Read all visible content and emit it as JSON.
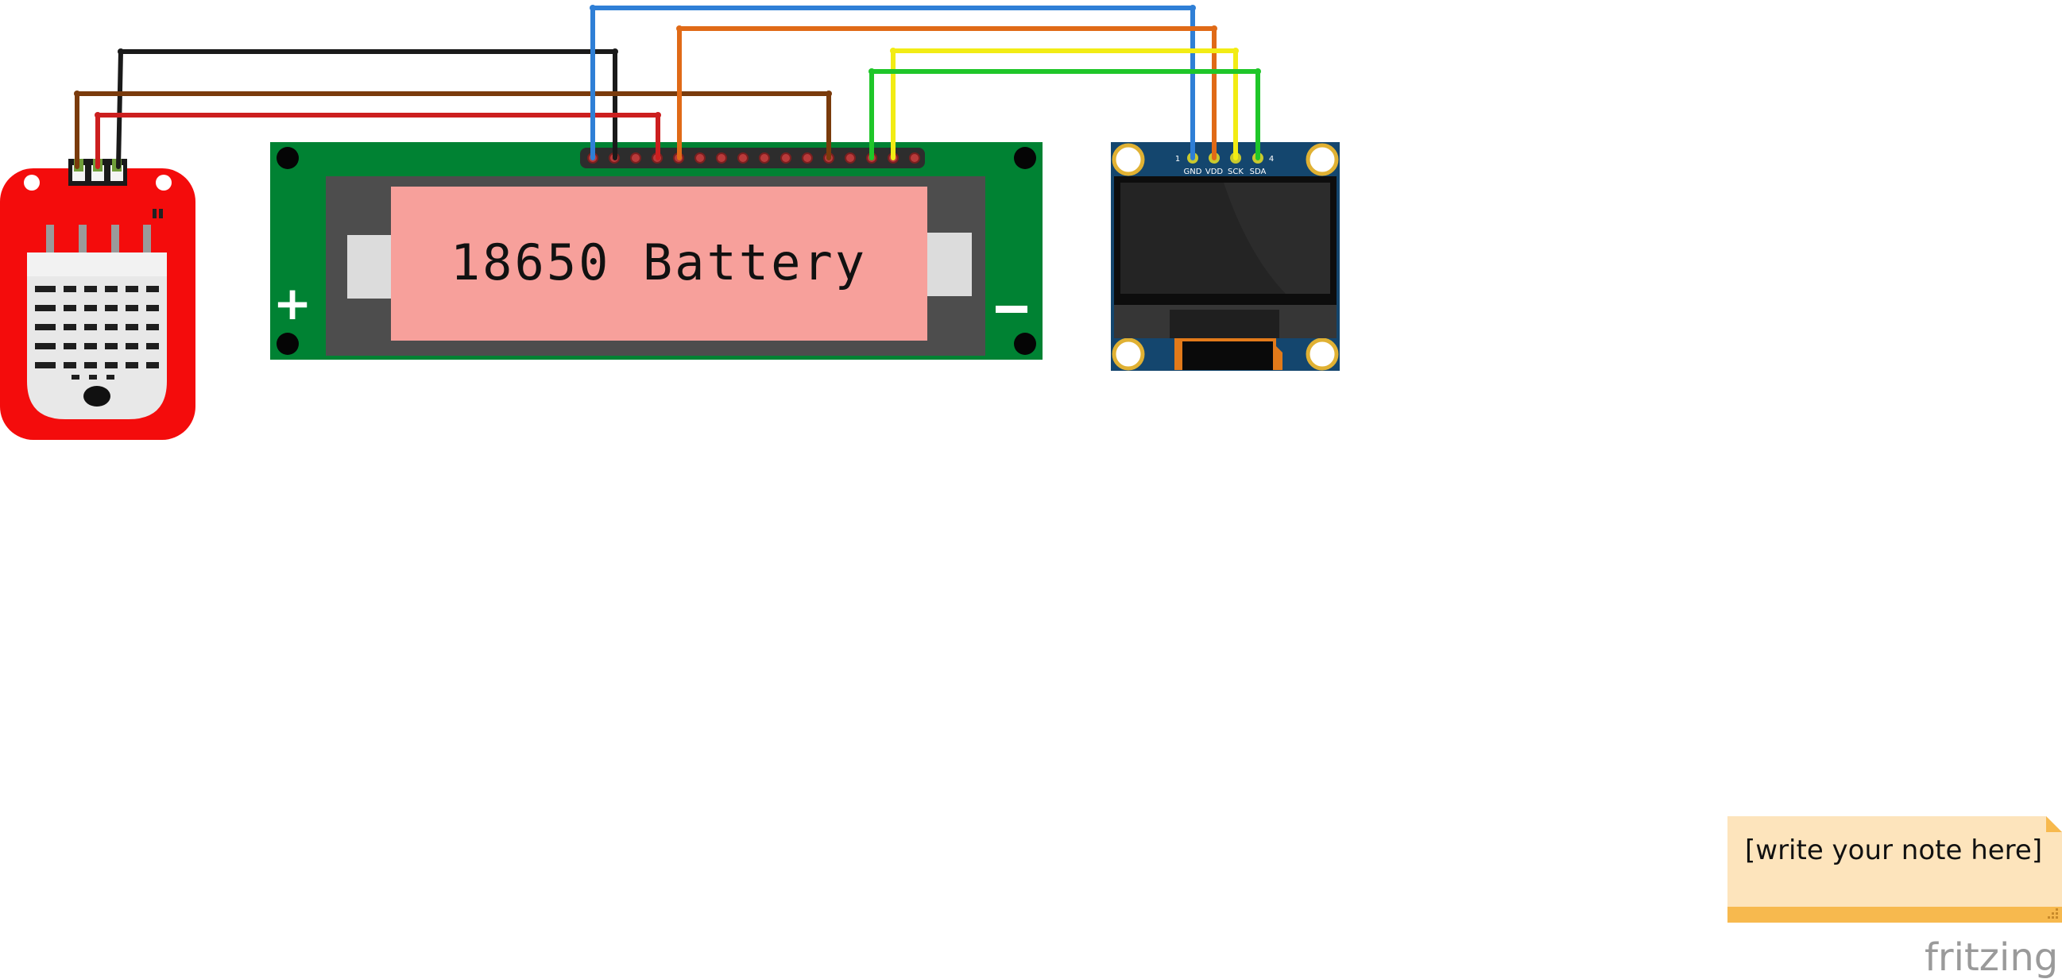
{
  "battery": {
    "label": "18650 Battery",
    "plus_symbol": "+",
    "minus_symbol": "−"
  },
  "oled": {
    "pin_first": "1",
    "pin_last": "4",
    "pins": [
      "GND",
      "VDD",
      "SCK",
      "SDA"
    ]
  },
  "note": {
    "text": "[write your note here]"
  },
  "brand": {
    "name": "fritzing"
  },
  "wires": [
    {
      "name": "black",
      "color": "#1a1a1a"
    },
    {
      "name": "brown",
      "color": "#7a3b0c"
    },
    {
      "name": "red",
      "color": "#cc1f1f"
    },
    {
      "name": "blue",
      "color": "#2f7fd6"
    },
    {
      "name": "orange",
      "color": "#e06a17"
    },
    {
      "name": "yellow",
      "color": "#f2ec14"
    },
    {
      "name": "green",
      "color": "#1fc629"
    }
  ],
  "colors": {
    "sensor_board": "#f40c0c",
    "battery_board": "#008233",
    "battery_cell": "#f7a09b",
    "oled_board": "#14466e",
    "note_bg": "#fde4bc",
    "note_bar": "#f7b94e"
  }
}
